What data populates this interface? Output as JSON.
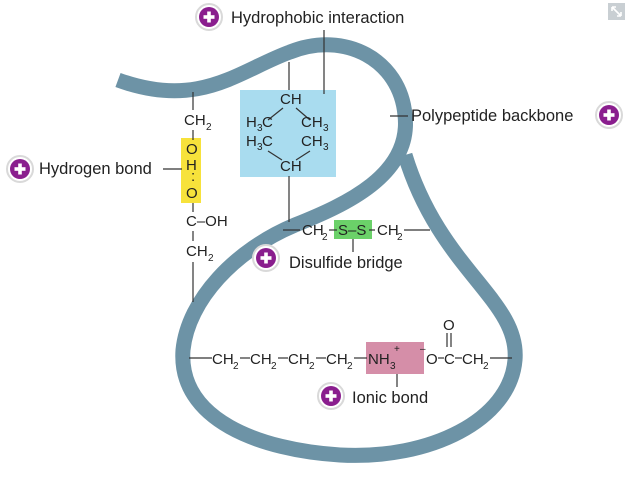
{
  "colors": {
    "backbone": "#6d93a6",
    "hydrophobic_box": "#a9dcef",
    "hydrogen_box": "#f7e23b",
    "disulfide_box": "#6bd169",
    "ionic_box": "#d58ea8",
    "plus_button": "#8a1e8e"
  },
  "labels": {
    "hydrophobic": "Hydrophobic interaction",
    "backbone": "Polypeptide backbone",
    "hydrogen": "Hydrogen bond",
    "disulfide": "Disulfide bridge",
    "ionic": "Ionic bond"
  },
  "chem": {
    "ch2": "CH",
    "ch2_sub": "2",
    "o": "O",
    "h": "H",
    "c_oh": "C–OH",
    "ch": "CH",
    "h3c": "H",
    "three": "3",
    "c": "C",
    "s_s": "S–S",
    "nh3": "NH",
    "plus": "+",
    "minus": "–",
    "o_minus": "O",
    "c_double_o": "C",
    "o_top": "O"
  },
  "icons": {
    "plus": "plus-circle-icon",
    "expand": "expand-icon"
  }
}
